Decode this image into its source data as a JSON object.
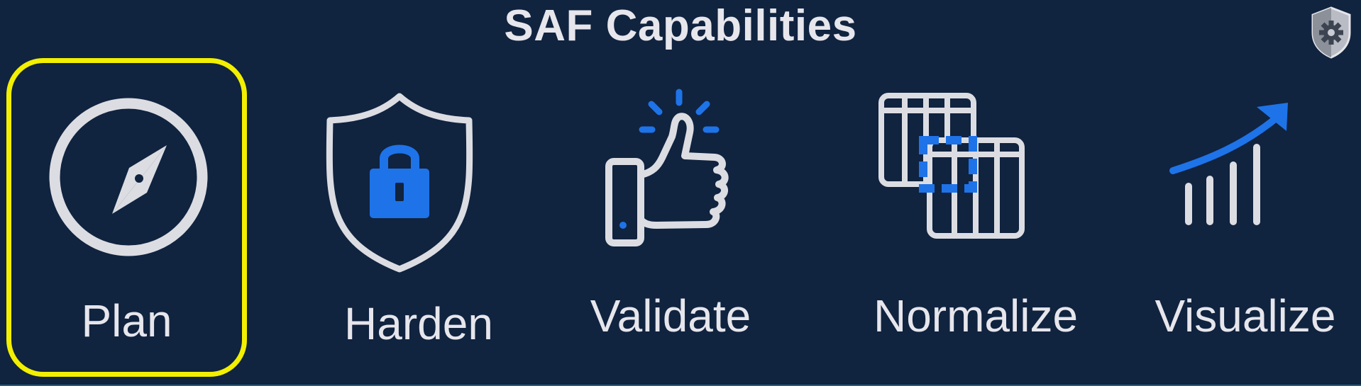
{
  "title": "SAF Capabilities",
  "selected_capability": "Plan",
  "colors": {
    "background": "#10233f",
    "icon_light": "#dcdde3",
    "accent_blue": "#1e73e8",
    "selection_outline": "#f2ef00",
    "text": "#e6e6ec"
  },
  "capabilities": [
    {
      "label": "Plan",
      "icon": "compass-icon"
    },
    {
      "label": "Harden",
      "icon": "shield-lock-icon"
    },
    {
      "label": "Validate",
      "icon": "thumbs-up-icon"
    },
    {
      "label": "Normalize",
      "icon": "table-merge-icon"
    },
    {
      "label": "Visualize",
      "icon": "trend-chart-icon"
    }
  ],
  "badge_icon": "shield-gear-icon"
}
